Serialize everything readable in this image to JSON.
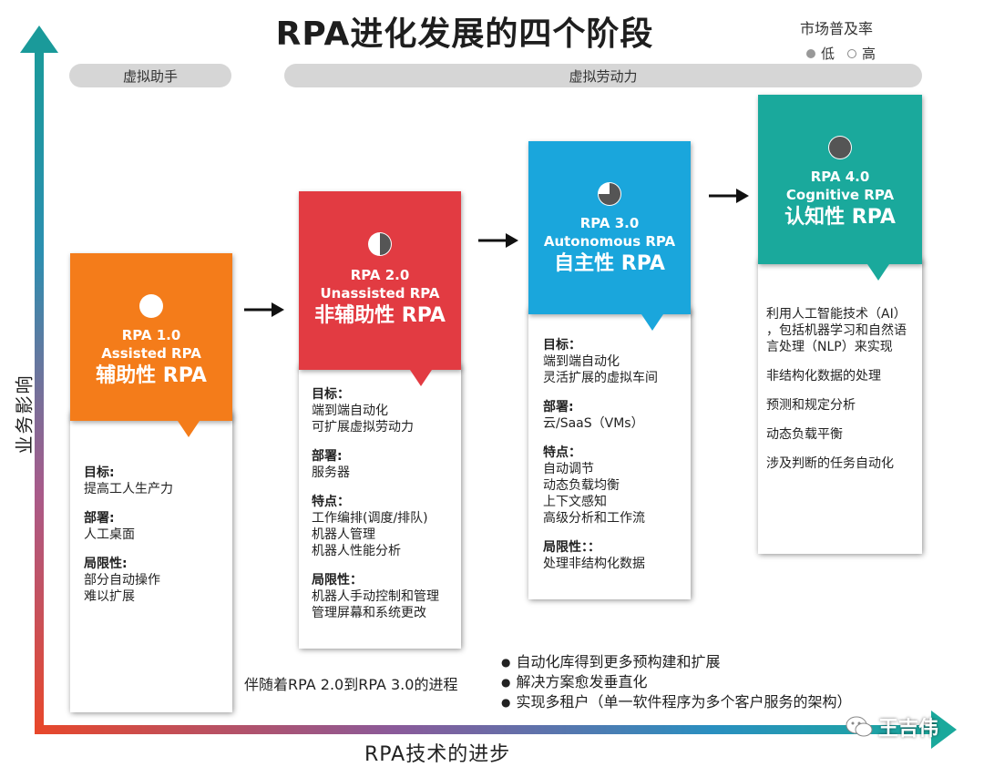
{
  "title": "RPA进化发展的四个阶段",
  "legend": {
    "title": "市场普及率",
    "low_label": "低",
    "high_label": "高"
  },
  "phases": {
    "virtual_assistant": "虚拟助手",
    "virtual_workforce": "虚拟劳动力"
  },
  "axes": {
    "y_label": "业务影响",
    "x_label": "RPA技术的进步"
  },
  "cards": [
    {
      "version": "RPA 1.0",
      "en": "Assisted RPA",
      "zh": "辅助性 RPA",
      "adoption_pie_fraction": 0.0,
      "color": "#f47c1a",
      "sections": [
        {
          "label": "目标:",
          "lines": [
            "提高工人生产力"
          ]
        },
        {
          "label": "部署:",
          "lines": [
            "人工桌面"
          ]
        },
        {
          "label": "局限性:",
          "lines": [
            "部分自动操作",
            "难以扩展"
          ]
        }
      ]
    },
    {
      "version": "RPA 2.0",
      "en": "Unassisted RPA",
      "zh": "非辅助性 RPA",
      "adoption_pie_fraction": 0.5,
      "color": "#e23b42",
      "sections": [
        {
          "label": "目标：",
          "lines": [
            "端到端自动化",
            "可扩展虚拟劳动力"
          ]
        },
        {
          "label": "部署:",
          "lines": [
            "服务器"
          ]
        },
        {
          "label": "特点：",
          "lines": [
            "工作编排(调度/排队)",
            "机器人管理",
            "机器人性能分析"
          ]
        },
        {
          "label": "局限性：",
          "lines": [
            "机器人手动控制和管理",
            "管理屏幕和系统更改"
          ]
        }
      ]
    },
    {
      "version": "RPA 3.0",
      "en": "Autonomous RPA",
      "zh": "自主性 RPA",
      "adoption_pie_fraction": 0.75,
      "color": "#1aa6dc",
      "sections": [
        {
          "label": "目标：",
          "lines": [
            "端到端自动化",
            "灵活扩展的虚拟车间"
          ]
        },
        {
          "label": "部署:",
          "lines": [
            "云/SaaS（VMs）"
          ]
        },
        {
          "label": "特点：",
          "lines": [
            "自动调节",
            "动态负载均衡",
            "上下文感知",
            "高级分析和工作流"
          ]
        },
        {
          "label": "局限性：：",
          "lines": [
            "处理非结构化数据"
          ]
        }
      ]
    },
    {
      "version": "RPA 4.0",
      "en": "Cognitive RPA",
      "zh": "认知性 RPA",
      "adoption_pie_fraction": 1.0,
      "color": "#1aa99c",
      "sections": [
        {
          "label": "",
          "lines": [
            "利用人工智能技术（AI）",
            "，包括机器学习和自然语",
            "言处理（NLP）来实现"
          ]
        },
        {
          "label": "",
          "lines": [
            "非结构化数据的处理"
          ]
        },
        {
          "label": "",
          "lines": [
            "预测和规定分析"
          ]
        },
        {
          "label": "",
          "lines": [
            "动态负载平衡"
          ]
        },
        {
          "label": "",
          "lines": [
            "涉及判断的任务自动化"
          ]
        }
      ]
    }
  ],
  "bottom_note": "伴随着RPA 2.0到RPA 3.0的进程",
  "bullets": [
    "自动化库得到更多预构建和扩展",
    "解决方案愈发垂直化",
    "实现多租户（单一软件程序为多个客户服务的架构）"
  ],
  "logo_text": "王吉伟"
}
